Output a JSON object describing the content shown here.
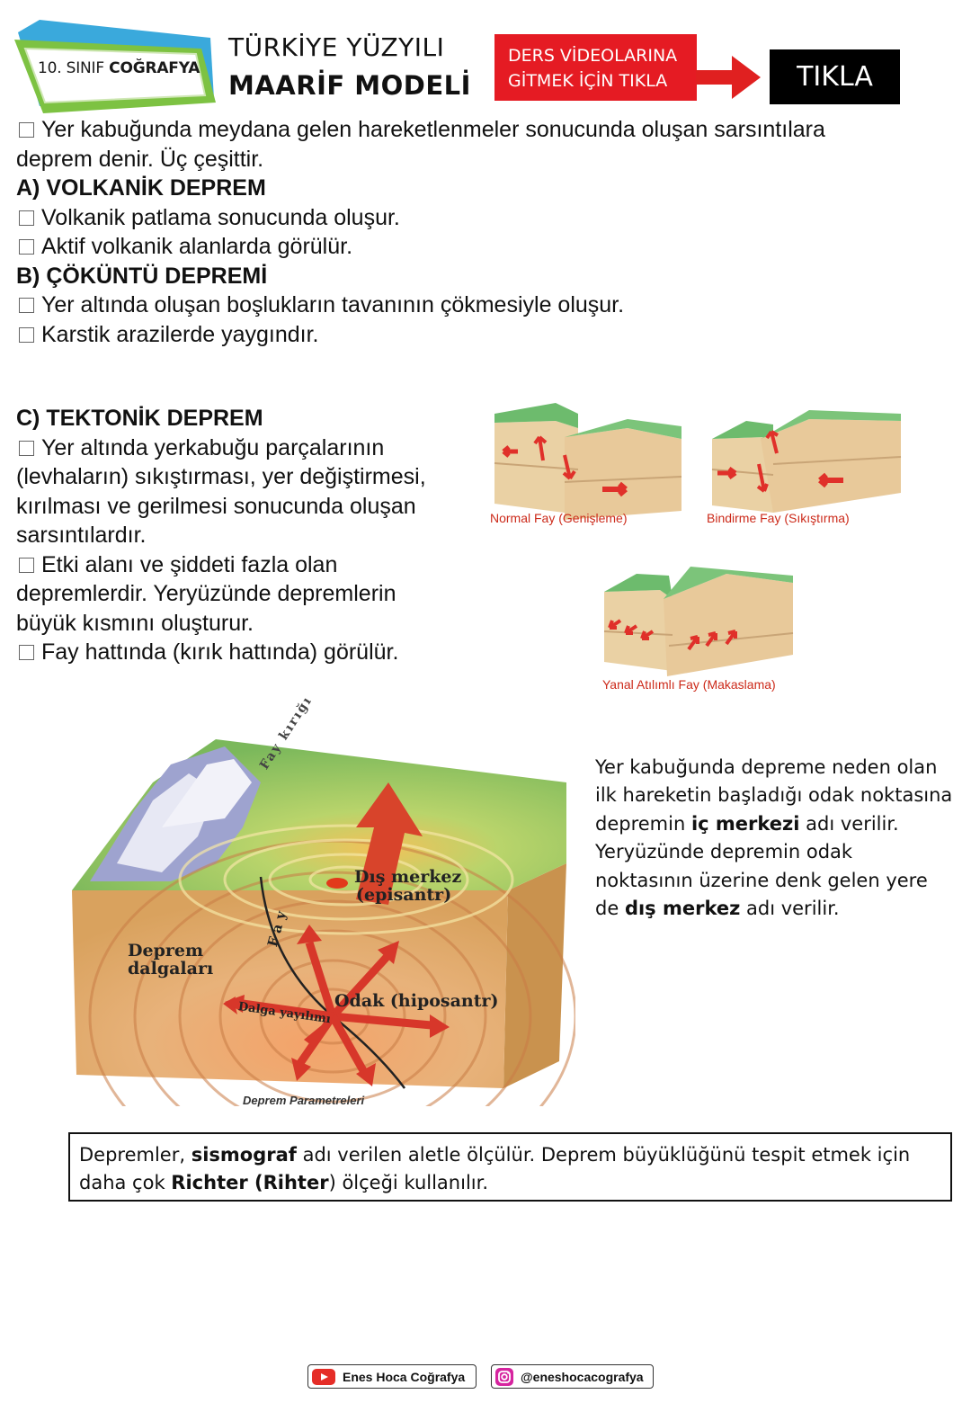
{
  "header": {
    "badge": {
      "prefix": "10. SINIF ",
      "bold": "COĞRAFYA"
    },
    "title_line1": "TÜRKİYE YÜZYILI",
    "title_line2": "MAARİF MODELİ",
    "videos_line1": "DERS VİDEOLARINA",
    "videos_line2": "GİTMEK İÇİN TIKLA",
    "tikla": "TIKLA"
  },
  "intro": {
    "line1": "Yer kabuğunda meydana gelen hareketlenmeler sonucunda oluşan sarsıntılara",
    "line2": "deprem denir. Üç çeşittir.",
    "a_heading": "A) VOLKANİK DEPREM",
    "a_items": [
      "Volkanik patlama sonucunda oluşur.",
      "Aktif volkanik alanlarda görülür."
    ],
    "b_heading": "B) ÇÖKÜNTÜ DEPREMİ",
    "b_items": [
      "Yer altında oluşan boşlukların tavanının çökmesiyle oluşur.",
      "Karstik arazilerde yaygındır."
    ]
  },
  "tectonic": {
    "heading": "C) TEKTONİK DEPREM",
    "lines": [
      "Yer altında yerkabuğu parçalarının",
      "(levhaların) sıkıştırması, yer değiştirmesi,",
      "kırılması ve gerilmesi sonucunda oluşan",
      "sarsıntılardır.",
      "Etki alanı ve şiddeti fazla olan",
      "depremlerdir. Yeryüzünde depremlerin",
      "büyük kısmını oluşturur.",
      "Fay hattında (kırık hattında) görülür."
    ]
  },
  "faults": {
    "normal": "Normal Fay (Genişleme)",
    "reverse": "Bindirme Fay (Sıkıştırma)",
    "strike_slip": "Yanal Atılımlı Fay (Makaslama)"
  },
  "diagram": {
    "fault_crack": "Fay kırığı",
    "epicenter_1": "Dış merkez",
    "epicenter_2": "(episantr)",
    "waves_1": "Deprem",
    "waves_2": "dalgaları",
    "fault": "Fay",
    "focus": "Odak (hiposantr)",
    "spread": "Dalga yayılımı",
    "caption": "Deprem Parametreleri"
  },
  "side_text": {
    "l1": "Yer kabuğunda depreme neden olan",
    "l2": "ilk hareketin başladığı odak noktasına",
    "l3_pre": "depremin ",
    "l3_bold": "iç merkezi",
    "l3_post": " adı verilir.",
    "l4": "Yeryüzünde depremin odak",
    "l5": "noktasının üzerine denk gelen yere",
    "l6_pre": "de ",
    "l6_bold": "dış merkez",
    "l6_post": " adı verilir."
  },
  "note": {
    "l1_pre": "Depremler, ",
    "l1_bold": "sismograf",
    "l1_post": " adı verilen aletle ölçülür. Deprem büyüklüğünü tespit etmek için",
    "l2_pre": "daha çok ",
    "l2_bold": "Richter (Rihter",
    "l2_post": ") ölçeği kullanılır."
  },
  "footer": {
    "youtube": "Enes Hoca Coğrafya",
    "instagram": "@eneshocacografya",
    "youtube_icon": "youtube-icon",
    "instagram_icon": "instagram-icon"
  },
  "colors": {
    "accent_red": "#e51b23",
    "badge_green": "#7dc242",
    "grass": "#6bb86a",
    "soil": "#e8c99a"
  }
}
